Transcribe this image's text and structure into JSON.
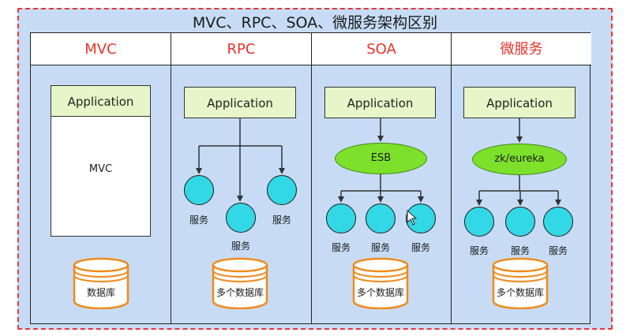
{
  "title": "MVC、RPC、SOA、微服务架构区别",
  "columns": {
    "mvc": {
      "header": "MVC",
      "app": "Application",
      "inner": "MVC",
      "db": "数据库"
    },
    "rpc": {
      "header": "RPC",
      "app": "Application",
      "services": [
        "服务",
        "服务",
        "服务"
      ],
      "db": "多个数据库"
    },
    "soa": {
      "header": "SOA",
      "app": "Application",
      "bus": "ESB",
      "services": [
        "服务",
        "服务",
        "服务"
      ],
      "db": "多个数据库"
    },
    "micro": {
      "header": "微服务",
      "app": "Application",
      "registry": "zk/eureka",
      "services": [
        "服务",
        "服务",
        "服务"
      ],
      "db": "多个数据库"
    }
  },
  "colors": {
    "frame_border": "#e03a3a",
    "frame_fill": "#c7dcf4",
    "header_text": "#e8322b",
    "app_fill": "#e7f5c8",
    "bus_fill": "#7de12b",
    "service_fill": "#33d8e6",
    "db_stroke": "#f08a1c"
  }
}
